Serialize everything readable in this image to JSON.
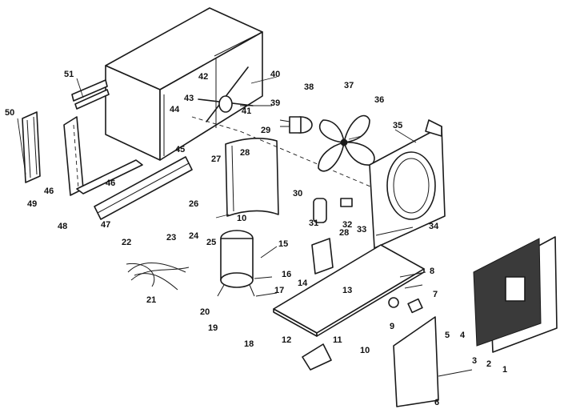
{
  "callouts": {
    "c1": "1",
    "c2": "2",
    "c3": "3",
    "c4": "4",
    "c5": "5",
    "c6": "6",
    "c7": "7",
    "c8": "8",
    "c9": "9",
    "c10a": "10",
    "c10b": "10",
    "c11": "11",
    "c12": "12",
    "c13": "13",
    "c14": "14",
    "c15": "15",
    "c16": "16",
    "c17": "17",
    "c18": "18",
    "c19": "19",
    "c20": "20",
    "c21": "21",
    "c22": "22",
    "c23": "23",
    "c24": "24",
    "c25": "25",
    "c26": "26",
    "c27": "27",
    "c28a": "28",
    "c28b": "28",
    "c29": "29",
    "c30": "30",
    "c31": "31",
    "c32": "32",
    "c33": "33",
    "c34": "34",
    "c35": "35",
    "c36": "36",
    "c37": "37",
    "c38": "38",
    "c39": "39",
    "c40": "40",
    "c41": "41",
    "c42": "42",
    "c43": "43",
    "c44": "44",
    "c45": "45",
    "c46a": "46",
    "c46b": "46",
    "c47": "47",
    "c48": "48",
    "c49": "49",
    "c50": "50",
    "c51": "51"
  }
}
